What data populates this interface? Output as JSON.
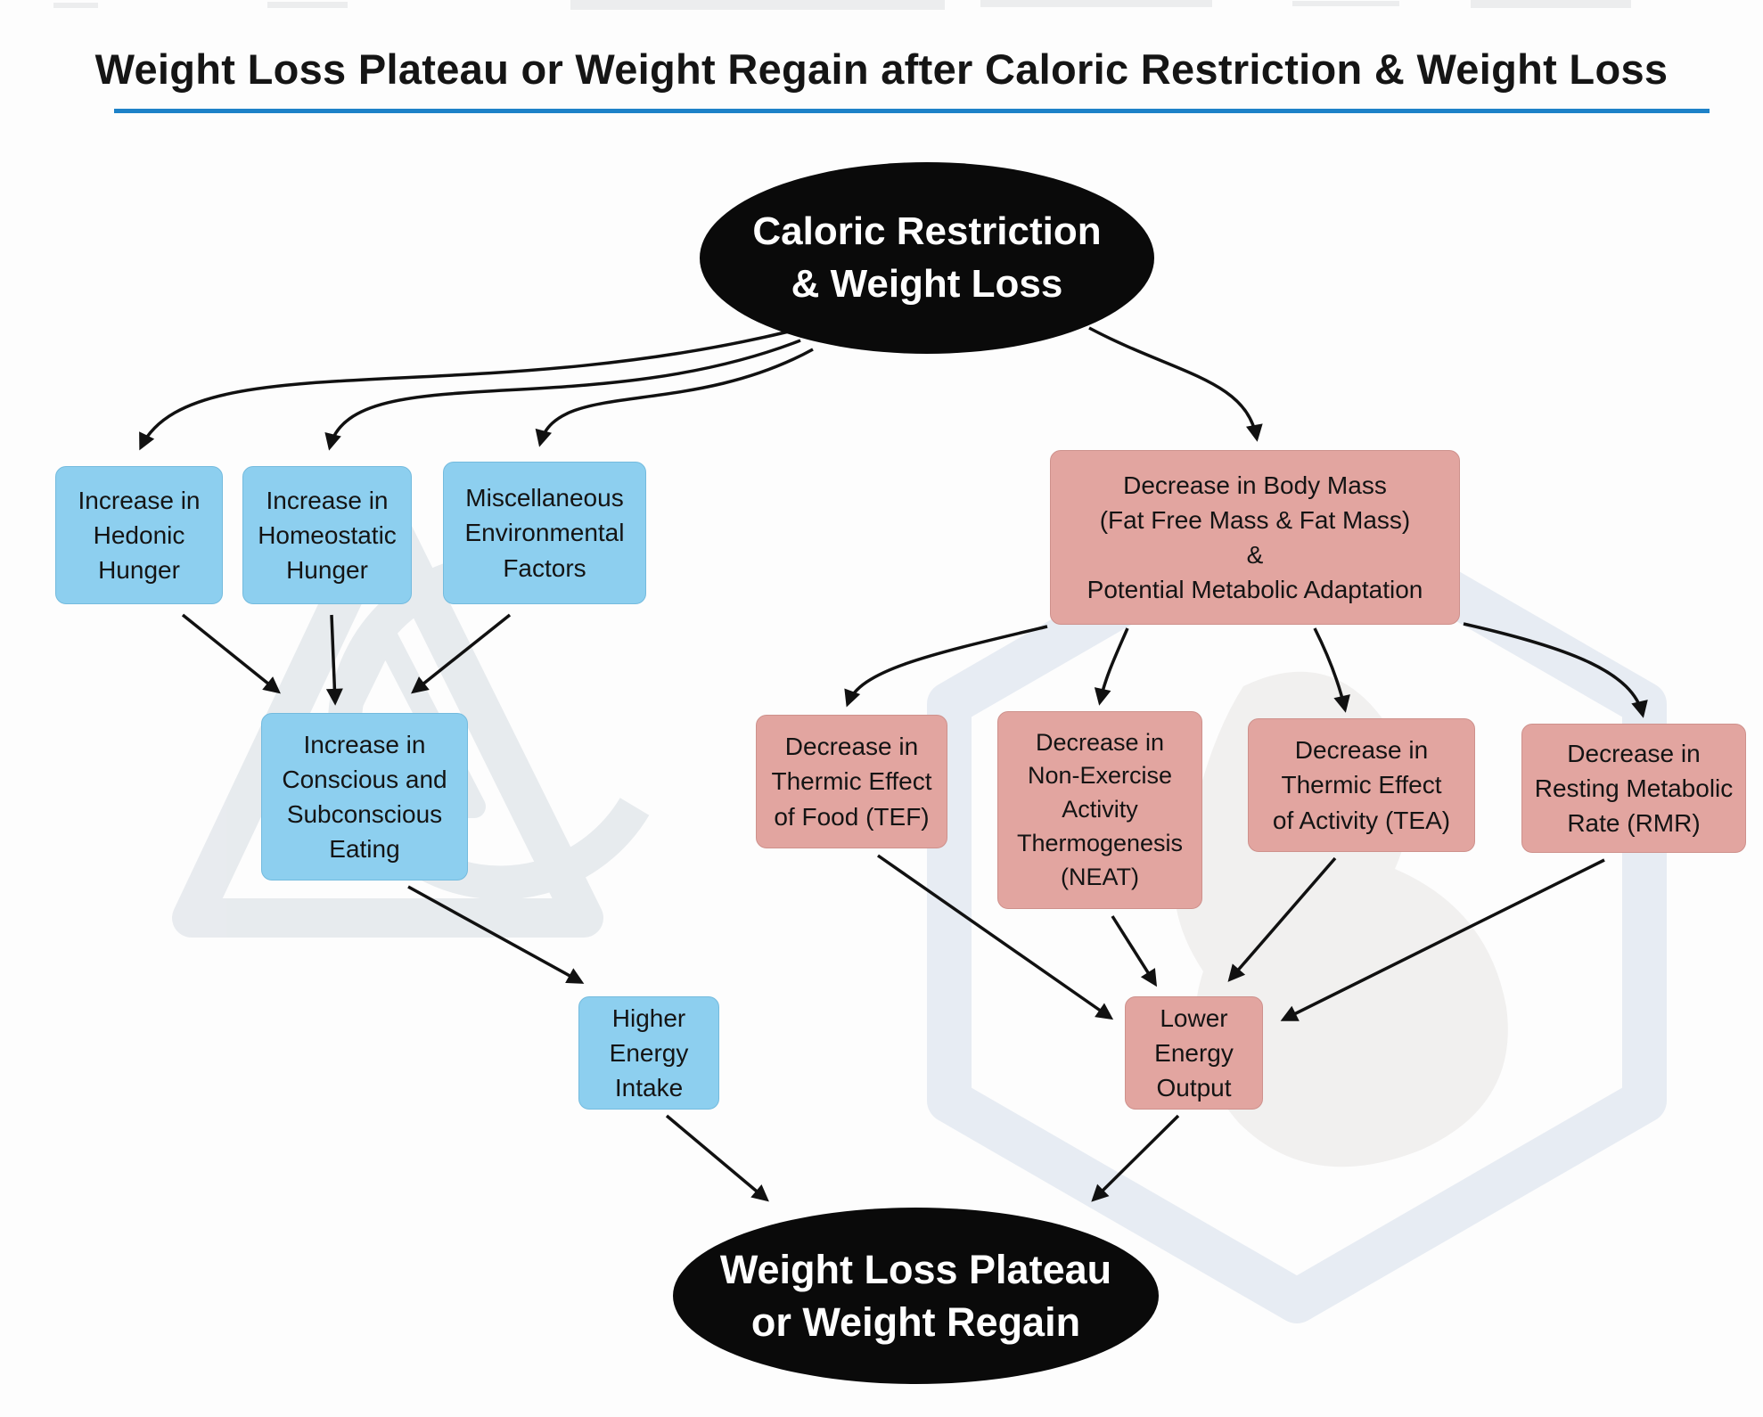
{
  "title": "Weight Loss Plateau or Weight Regain after Caloric Restriction & Weight Loss",
  "colors": {
    "blue_box": "#8DCFEF",
    "blue_box_border": "#74BBDE",
    "pink_box": "#E2A5A0",
    "pink_box_border": "#CE918C",
    "ellipse_fill": "#0A0A0A",
    "ellipse_text": "#FFFFFF",
    "arrow": "#111111",
    "underline": "#1E82C8",
    "background": "#FDFDFD"
  },
  "nodes": {
    "source": {
      "text": "Caloric Restriction\n& Weight Loss"
    },
    "hedonic": {
      "text": "Increase in\nHedonic\nHunger"
    },
    "homeostatic": {
      "text": "Increase in\nHomeostatic\nHunger"
    },
    "misc": {
      "text": "Miscellaneous\nEnvironmental\nFactors"
    },
    "body_mass": {
      "text": "Decrease in Body Mass\n(Fat Free Mass & Fat Mass)\n&\nPotential Metabolic Adaptation"
    },
    "eating": {
      "text": "Increase in\nConscious and\nSubconscious\nEating"
    },
    "tef": {
      "text": "Decrease in\nThermic Effect\nof Food (TEF)"
    },
    "neat": {
      "text": "Decrease in\nNon-Exercise\nActivity\nThermogenesis\n(NEAT)"
    },
    "tea": {
      "text": "Decrease in\nThermic Effect\nof Activity (TEA)"
    },
    "rmr": {
      "text": "Decrease in\nResting Metabolic\nRate (RMR)"
    },
    "intake": {
      "text": "Higher\nEnergy\nIntake"
    },
    "output": {
      "text": "Lower\nEnergy\nOutput"
    },
    "outcome": {
      "text": "Weight Loss Plateau\nor Weight Regain"
    }
  },
  "edges": [
    {
      "from": "source",
      "to": "hedonic"
    },
    {
      "from": "source",
      "to": "homeostatic"
    },
    {
      "from": "source",
      "to": "misc"
    },
    {
      "from": "source",
      "to": "body_mass"
    },
    {
      "from": "hedonic",
      "to": "eating"
    },
    {
      "from": "homeostatic",
      "to": "eating"
    },
    {
      "from": "misc",
      "to": "eating"
    },
    {
      "from": "body_mass",
      "to": "tef"
    },
    {
      "from": "body_mass",
      "to": "neat"
    },
    {
      "from": "body_mass",
      "to": "tea"
    },
    {
      "from": "body_mass",
      "to": "rmr"
    },
    {
      "from": "eating",
      "to": "intake"
    },
    {
      "from": "tef",
      "to": "output"
    },
    {
      "from": "neat",
      "to": "output"
    },
    {
      "from": "tea",
      "to": "output"
    },
    {
      "from": "rmr",
      "to": "output"
    },
    {
      "from": "intake",
      "to": "outcome"
    },
    {
      "from": "output",
      "to": "outcome"
    }
  ]
}
